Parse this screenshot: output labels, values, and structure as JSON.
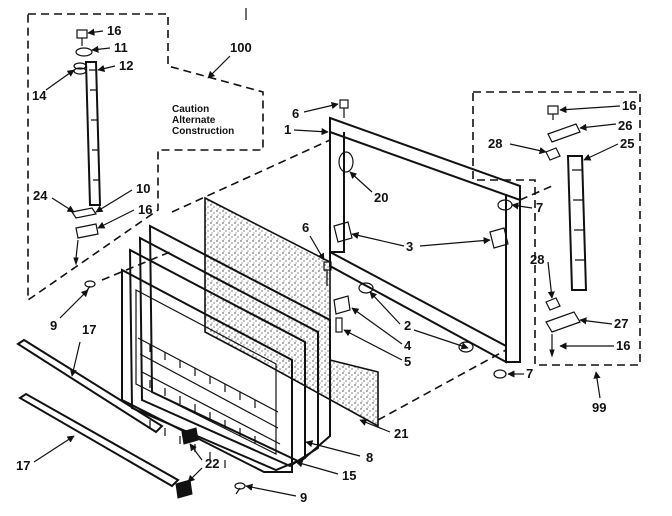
{
  "caution_note": [
    "Caution",
    "Alternate",
    "Construction"
  ],
  "callouts": {
    "c1": "1",
    "c2": "2",
    "c3": "3",
    "c4": "4",
    "c5": "5",
    "c6a": "6",
    "c6b": "6",
    "c7a": "7",
    "c7b": "7",
    "c8": "8",
    "c9a": "9",
    "c9b": "9",
    "c10": "10",
    "c11": "11",
    "c12": "12",
    "c14": "14",
    "c15": "15",
    "c16a": "16",
    "c16b": "16",
    "c16c": "16",
    "c16d": "16",
    "c17a": "17",
    "c17b": "17",
    "c20": "20",
    "c21": "21",
    "c22": "22",
    "c24": "24",
    "c25": "25",
    "c26": "26",
    "c27": "27",
    "c28a": "28",
    "c28b": "28",
    "c99": "99",
    "c100": "100"
  }
}
